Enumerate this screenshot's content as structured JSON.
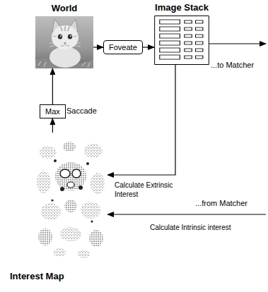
{
  "diagram": {
    "nodes": [
      {
        "text": [
          "World"
        ]
      },
      {
        "text": [
          "Image Stack"
        ]
      },
      {
        "text": [
          "Foveate"
        ]
      },
      {
        "text": [
          "Max"
        ]
      },
      {
        "text": [
          "Interest Map"
        ]
      }
    ],
    "edges": [
      {
        "from": 0,
        "to": 2,
        "arrow": "to"
      },
      {
        "from": 2,
        "to": 1,
        "arrow": "to"
      },
      {
        "from": 4,
        "to": 3,
        "arrow": "to"
      },
      {
        "from": 3,
        "to": 0,
        "arrow": "to",
        "label": "Saccade"
      },
      {
        "from": 1,
        "to": 4,
        "arrow": "to",
        "label": "Calculate Extrinsic Interest"
      }
    ],
    "labels": [
      "...to Matcher",
      "...from Matcher",
      "Calculate Intrinsic interest"
    ]
  }
}
